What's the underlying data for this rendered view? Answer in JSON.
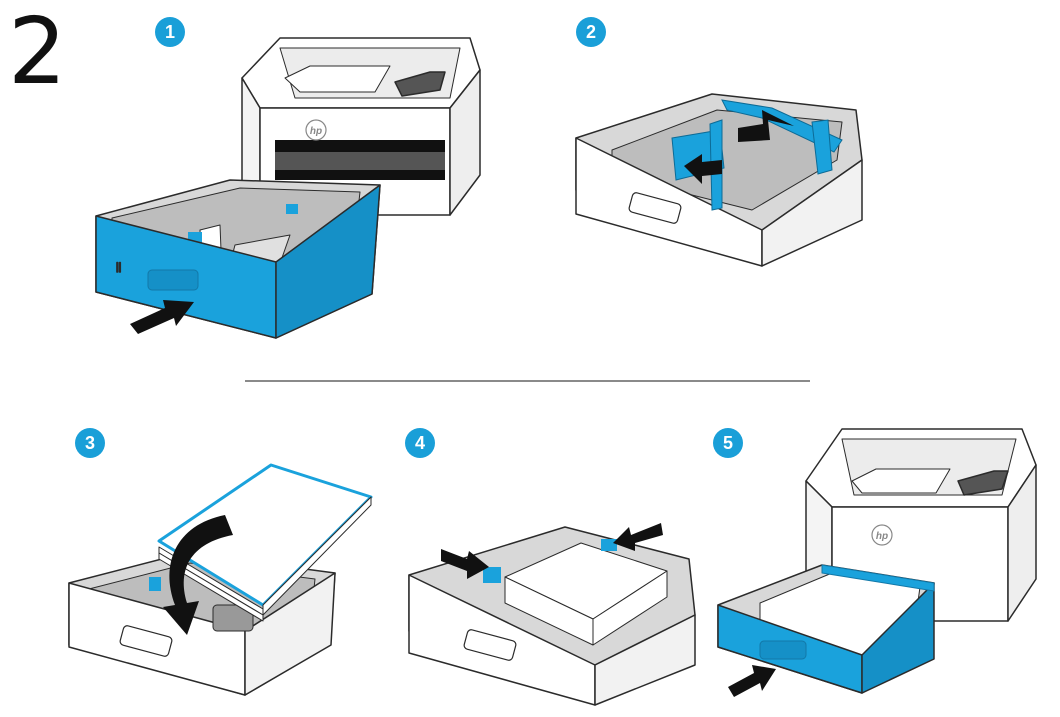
{
  "page": {
    "number": "2"
  },
  "steps": [
    {
      "number": "1"
    },
    {
      "number": "2"
    },
    {
      "number": "3"
    },
    {
      "number": "4"
    },
    {
      "number": "5"
    }
  ],
  "colors": {
    "accent": "#1aa2dc",
    "badge": "#1a9fd8",
    "arrow": "#111111",
    "outline": "#2b2b2b",
    "tray_inner": "#d8d8d8",
    "paper": "#ffffff"
  },
  "icons": [
    "pull-arrow-icon",
    "push-arrow-icon",
    "hp-logo"
  ]
}
